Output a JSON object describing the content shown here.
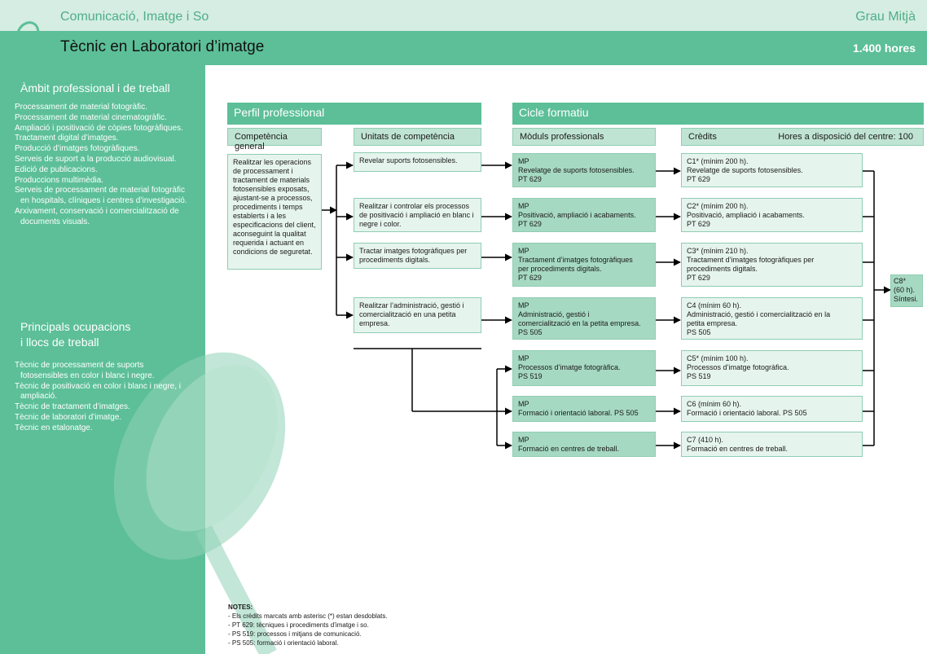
{
  "header": {
    "family": "Comunicació, Imatge i So",
    "level": "Grau Mitjà",
    "title": "Tècnic en Laboratori d’imatge",
    "hours": "1.400 hores"
  },
  "sidebar": {
    "ambit_title": "Àmbit professional i de treball",
    "ambit_items": [
      "Processament de material fotogràfic.",
      "Processament de material cinematogràfic.",
      "Ampliació i positivació de còpies fotogràfiques.",
      "Tractament digital d’imatges.",
      "Producció d’imatges fotogràfiques.",
      "Serveis de suport a la producció audiovisual.",
      "Edició de publicacions.",
      "Produccions multimèdia.",
      "Serveis de processament de material fotogràfic en hospitals, clíniques i centres d’investigació.",
      "Arxivament, conservació i comercialització de documents visuals."
    ],
    "ocup_title_1": "Principals ocupacions",
    "ocup_title_2": "i llocs de treball",
    "ocup_items": [
      "Tècnic de processament de suports fotosensibles en color i blanc i negre.",
      "Tècnic de positivació en color i blanc i negre, i ampliació.",
      "Tècnic de tractament d’imatges.",
      "Tècnic de laboratori d’imatge.",
      "Tècnic en etalonatge."
    ]
  },
  "perfil": {
    "bar": "Perfil professional",
    "comp_header": "Competència general",
    "unit_header": "Unitats de competència",
    "competencia": "Realitzar les operacions de processament i tractament de materials fotosensibles exposats, ajustant-se a processos, procediments i temps establerts i a les especificacions del client, aconseguint la qualitat requerida i actuant en condicions de seguretat.",
    "units": [
      "Revelar suports fotosensibles.",
      "Realitzar i controlar els processos de positivació i ampliació en blanc i negre i color.",
      "Tractar imatges fotogràfiques per procediments digitals.",
      "Realitzar l’administració, gestió i comercialització en una petita empresa."
    ]
  },
  "cicle": {
    "bar": "Cicle formatiu",
    "moduls_header": "Mòduls professionals",
    "credits_header": "Crèdits",
    "hores_centre": "Hores a disposició del centre: 100",
    "moduls": [
      "MP\nRevelatge de suports fotosensibles.\nPT 629",
      "MP\nPositivació, ampliació i acabaments.\nPT 629",
      "MP\nTractament d’imatges fotogràfiques\nper procediments digitals.\nPT 629",
      "MP\nAdministració, gestió i\ncomercialització en la petita empresa.\nPS 505",
      "MP\nProcessos d’imatge fotogràfica.\nPS 519",
      "MP\nFormació i orientació laboral. PS 505",
      "MP\nFormació en centres de treball."
    ],
    "credits": [
      "C1* (mínim 200 h).\nRevelatge de suports fotosensibles.\nPT 629",
      "C2* (mínim 200 h).\nPositivació, ampliació i acabaments.\nPT 629",
      "C3* (mínim 210 h).\nTractament d’imatges fotogràfiques per\nprocediments digitals.\nPT 629",
      "C4 (mínim 60 h).\nAdministració, gestió i comercialització en la\npetita empresa.\nPS 505",
      "C5* (mínim 100 h).\nProcessos d’imatge fotogràfica.\nPS 519",
      "C6 (mínim 60 h).\nFormació i orientació laboral. PS 505",
      "C7 (410 h).\nFormació en centres de treball."
    ],
    "c8": "C8*\n(60 h).\nSíntesi."
  },
  "notes": {
    "title": "NOTES:",
    "items": [
      "- Els crèdits marcats amb asterisc (*) estan desdoblats.",
      "- PT 629: tècniques i procediments d’imatge i so.",
      "- PS 519: processos i mitjans de comunicació.",
      "- PS 505: formació i orientació laboral."
    ]
  },
  "colors": {
    "accent": "#5cbf98",
    "light": "#d5ede2",
    "box_light": "#e6f4ee",
    "box_mid": "#a6d9c2"
  },
  "icons": [
    "satellite-dish-icon",
    "satellite-dish-watermark"
  ]
}
